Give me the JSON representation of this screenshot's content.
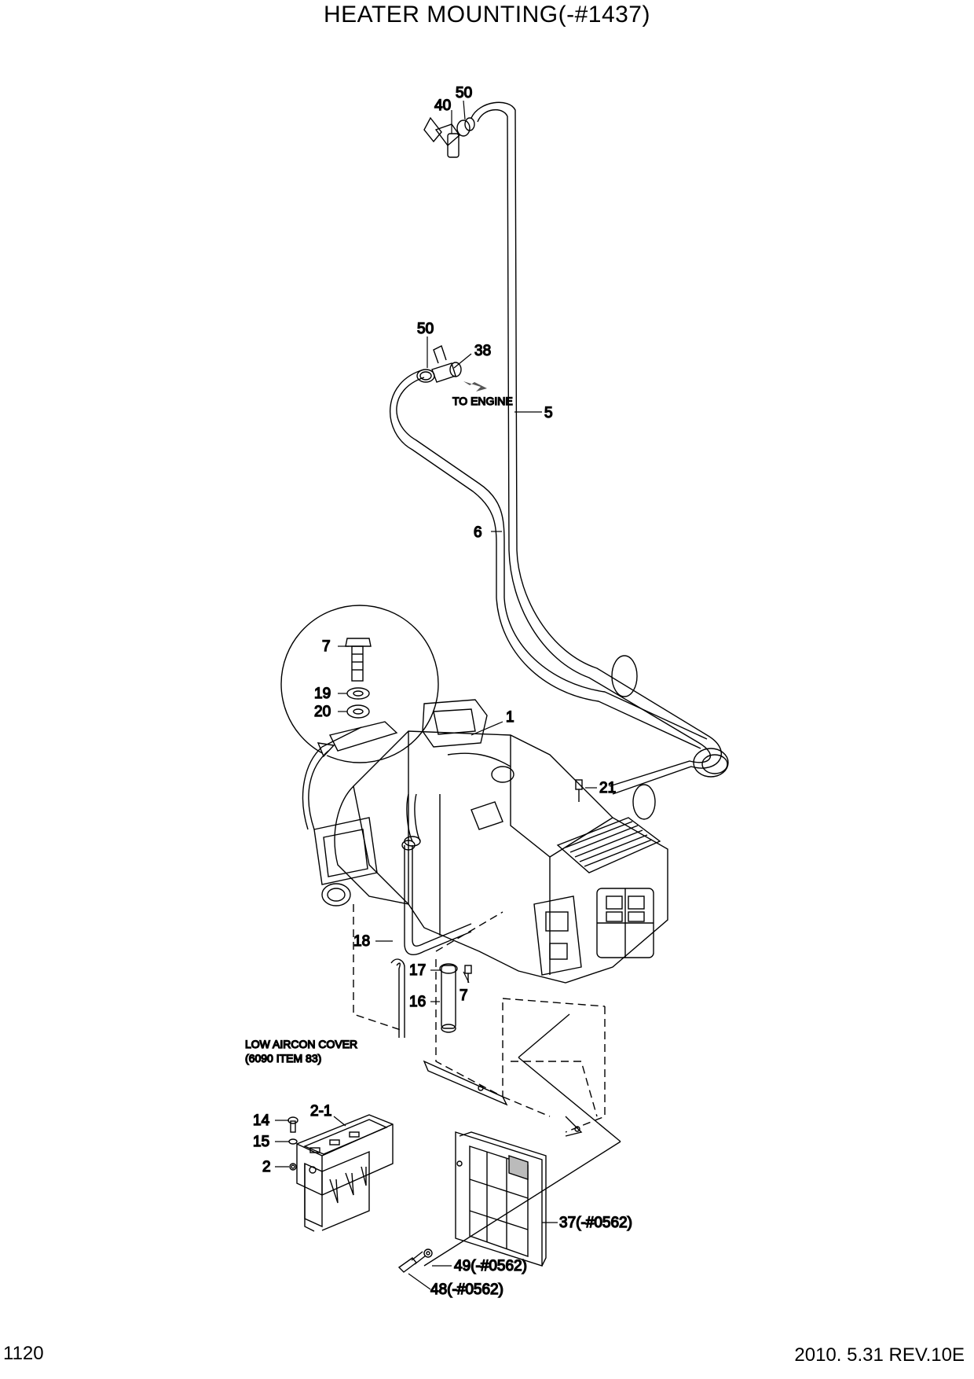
{
  "title": "HEATER MOUNTING(-#1437)",
  "page_number": "1120",
  "revision": "2010. 5.31  REV.10E",
  "notes": {
    "to_engine": "TO ENGINE",
    "low_aircon_line1": "LOW AIRCON COVER",
    "low_aircon_line2": "(6090 ITEM 83)"
  },
  "callouts": {
    "c50a": "50",
    "c40": "40",
    "c50b": "50",
    "c38": "38",
    "c5": "5",
    "c6": "6",
    "c7a": "7",
    "c19": "19",
    "c20": "20",
    "c1": "1",
    "c21": "21",
    "c18": "18",
    "c17": "17",
    "c7b": "7",
    "c16": "16",
    "c2_1": "2-1",
    "c14": "14",
    "c15": "15",
    "c2": "2",
    "c37": "37(-#0562)",
    "c49": "49(-#0562)",
    "c48": "48(-#0562)"
  }
}
